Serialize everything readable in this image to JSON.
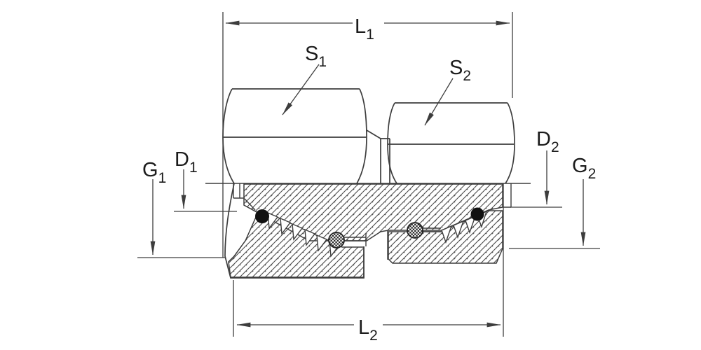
{
  "drawing": {
    "type": "engineering-section-drawing",
    "subject": "tube-union-fitting-cross-section",
    "labels": {
      "l1": {
        "main": "L",
        "sub": "1"
      },
      "l2": {
        "main": "L",
        "sub": "2"
      },
      "s1": {
        "main": "S",
        "sub": "1"
      },
      "s2": {
        "main": "S",
        "sub": "2"
      },
      "g1": {
        "main": "G",
        "sub": "1"
      },
      "d1": {
        "main": "D",
        "sub": "1"
      },
      "d2": {
        "main": "D",
        "sub": "2"
      },
      "g2": {
        "main": "G",
        "sub": "2"
      }
    },
    "colors": {
      "line": "#3d3d3d",
      "text": "#1c1c1c",
      "background": "#ffffff",
      "seal": "#111111"
    }
  }
}
